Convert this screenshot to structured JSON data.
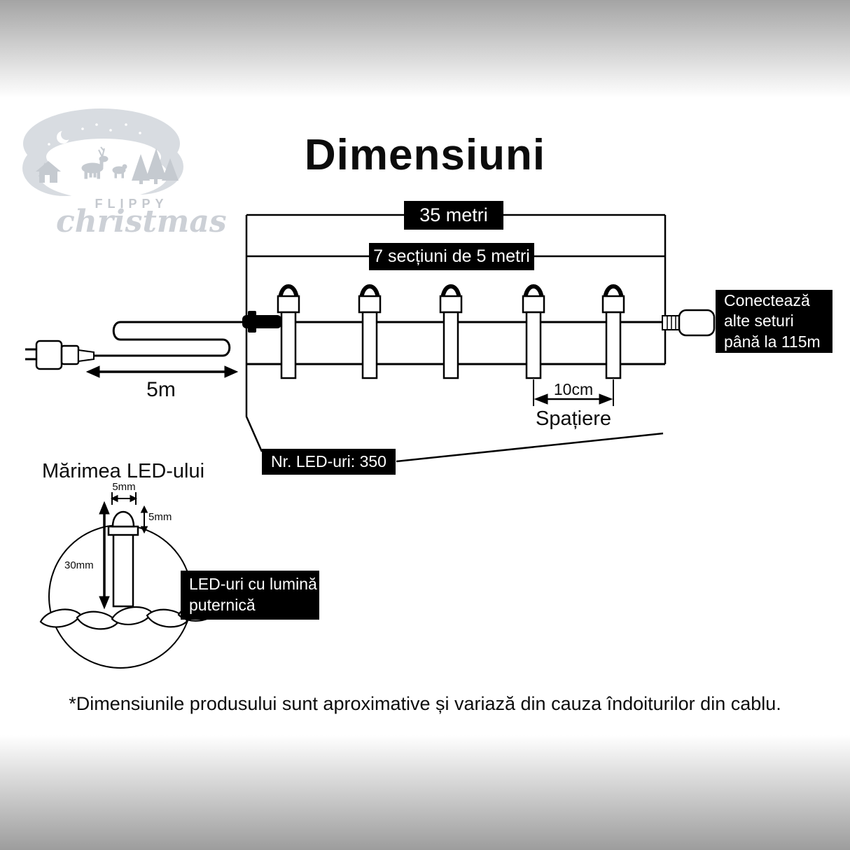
{
  "title": "Dimensiuni",
  "logo": {
    "brand": "FLIPPY",
    "script": "christmas"
  },
  "diagram": {
    "total_length": "35 metri",
    "sections": "7 secțiuni de 5 metri",
    "lead_length": "5m",
    "connect_note": [
      "Conectează",
      "alte seturi",
      "până la 115m"
    ],
    "spacing_value": "10cm",
    "spacing_label": "Spațiere",
    "led_count": "Nr. LED-uri: 350"
  },
  "led_detail": {
    "heading": "Mărimea LED-ului",
    "bulb_width": "5mm",
    "bulb_height": "5mm",
    "body_length": "30mm",
    "note": [
      "LED-uri cu lumină",
      "puternică"
    ]
  },
  "footnote": "*Dimensiunile produsului sunt aproximative și variază din cauza îndoiturilor din cablu.",
  "colors": {
    "label_bg": "#000000",
    "label_text": "#ffffff",
    "line": "#000000",
    "logo_gray": "#d8dce1"
  }
}
